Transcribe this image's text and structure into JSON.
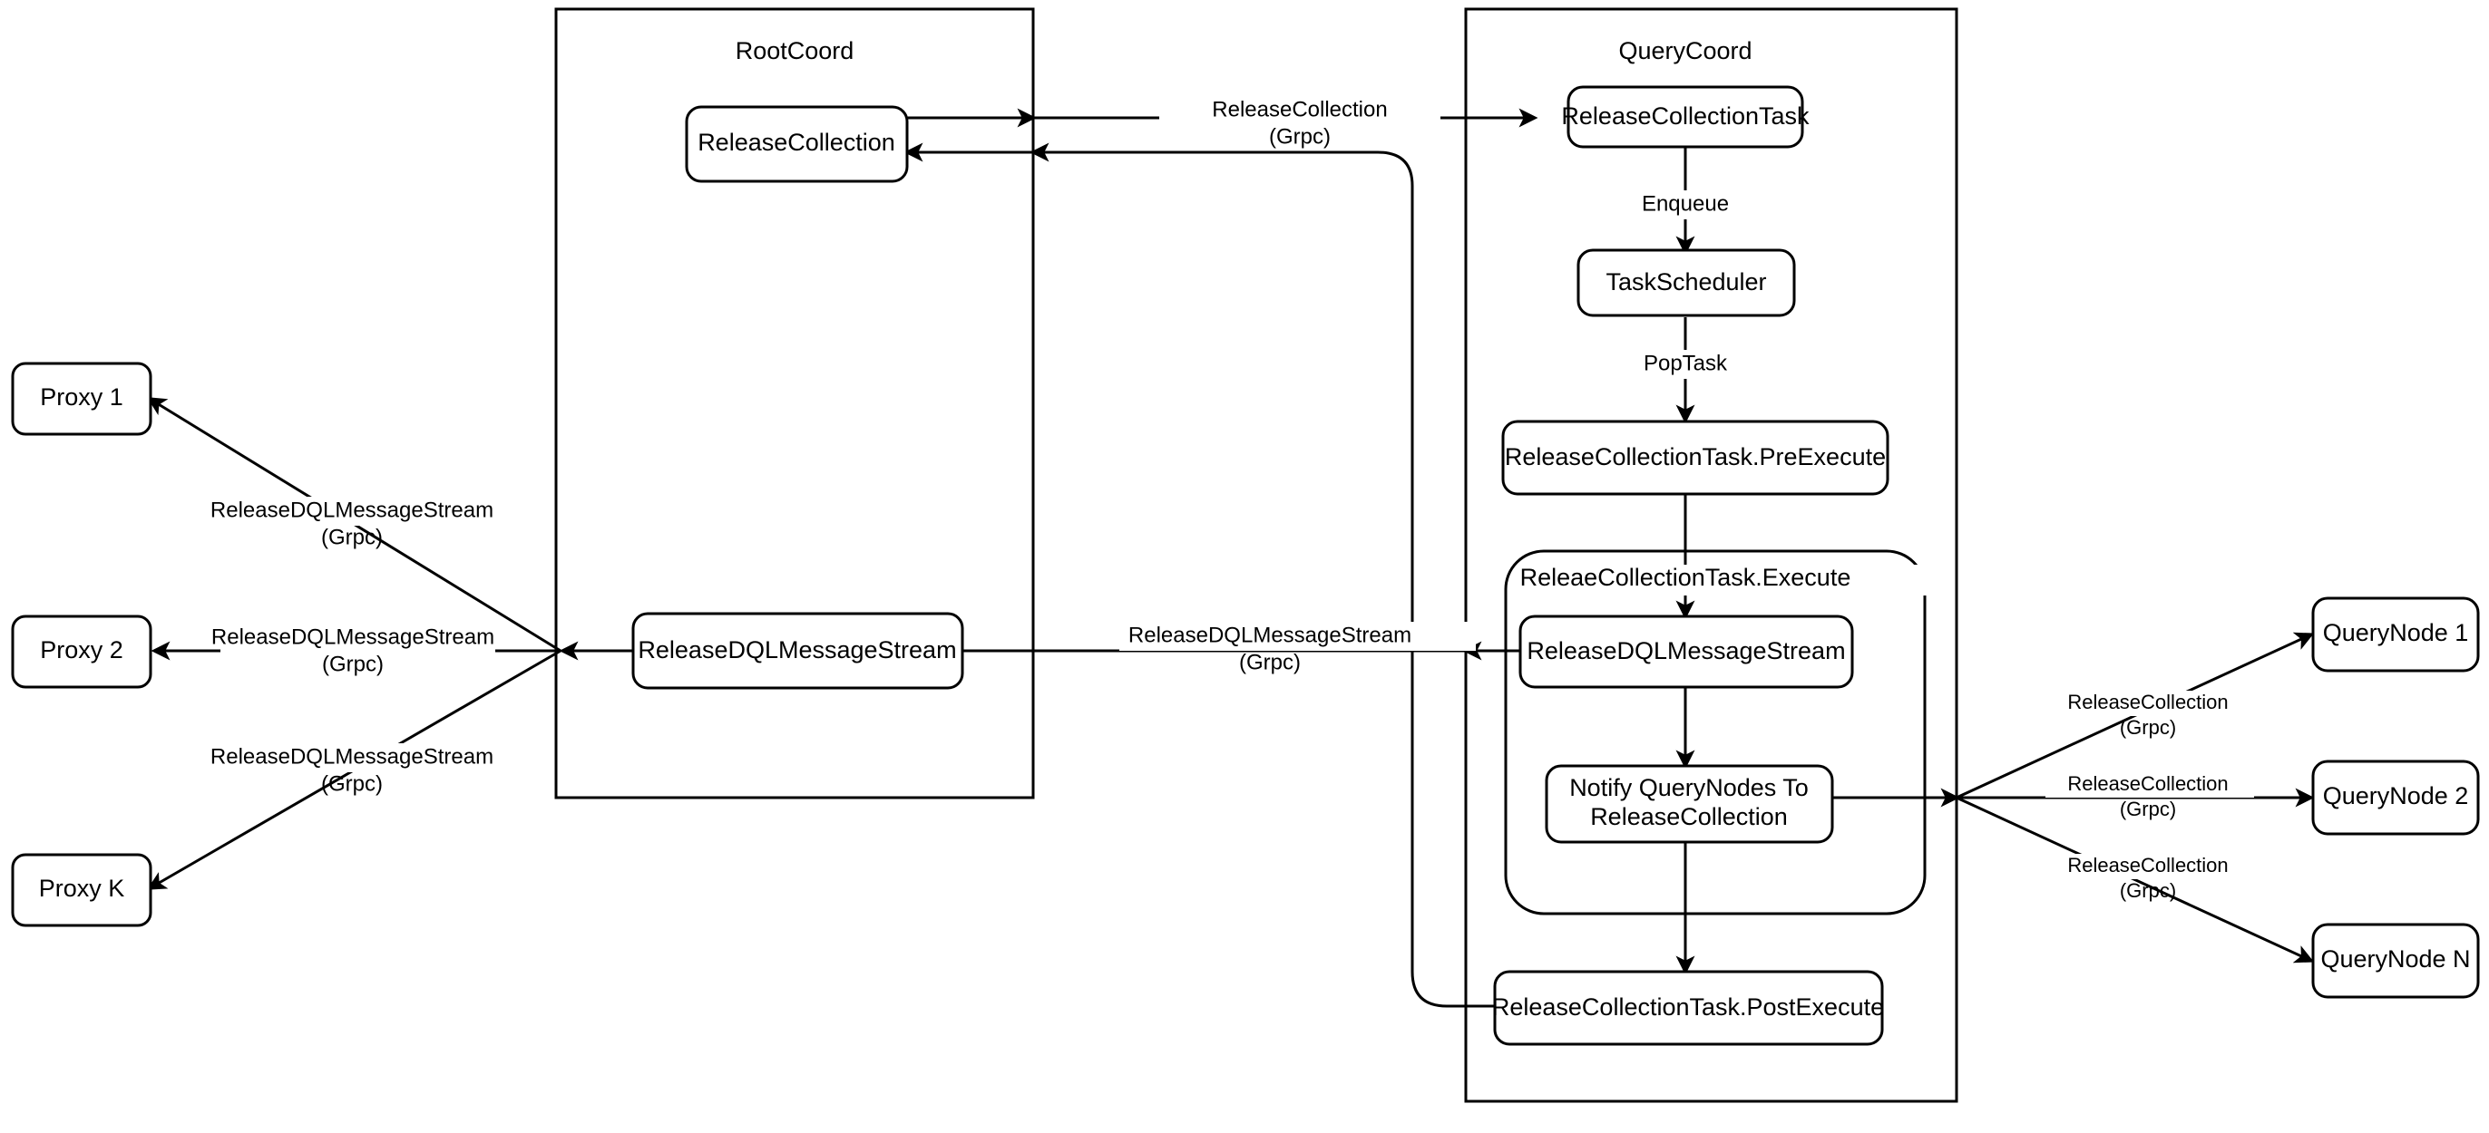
{
  "diagram": {
    "title": "Milvus ReleaseCollection Flow",
    "background_color": "#ffffff",
    "stroke_color": "#000000"
  },
  "panels": [
    {
      "id": "rootcoord",
      "title": "RootCoord"
    },
    {
      "id": "querycoord",
      "title": "QueryCoord"
    }
  ],
  "groups": [
    {
      "id": "execute-group",
      "title": "ReleaeCollectionTask.Execute"
    }
  ],
  "nodes": {
    "proxy_1": "Proxy 1",
    "proxy_2": "Proxy 2",
    "proxy_k": "Proxy K",
    "rc_release_collection": "ReleaseCollection",
    "rc_release_dql": "ReleaseDQLMessageStream",
    "qc_release_collection_task": "ReleaseCollectionTask",
    "qc_task_scheduler": "TaskScheduler",
    "qc_pre_execute": "ReleaseCollectionTask.PreExecute",
    "qc_release_dql": "ReleaseDQLMessageStream",
    "qc_notify_line1": "Notify QueryNodes To",
    "qc_notify_line2": "ReleaseCollection",
    "qc_post_execute": "ReleaseCollectionTask.PostExecute",
    "querynode_1": "QueryNode 1",
    "querynode_2": "QueryNode 2",
    "querynode_n": "QueryNode N"
  },
  "edge_labels": {
    "rc_to_qc_line1": "ReleaseCollection",
    "rc_to_qc_line2": "(Grpc)",
    "enqueue": "Enqueue",
    "poptask": "PopTask",
    "qc_to_rc_dql_line1": "ReleaseDQLMessageStream",
    "qc_to_rc_dql_line2": "(Grpc)",
    "proxy1_line1": "ReleaseDQLMessageStream",
    "proxy1_line2": "(Grpc)",
    "proxy2_line1": "ReleaseDQLMessageStream",
    "proxy2_line2": "(Grpc)",
    "proxyk_line1": "ReleaseDQLMessageStream",
    "proxyk_line2": "(Grpc)",
    "qn1_line1": "ReleaseCollection",
    "qn1_line2": "(Grpc)",
    "qn2_line1": "ReleaseCollection",
    "qn2_line2": "(Grpc)",
    "qnn_line1": "ReleaseCollection",
    "qnn_line2": "(Grpc)"
  }
}
